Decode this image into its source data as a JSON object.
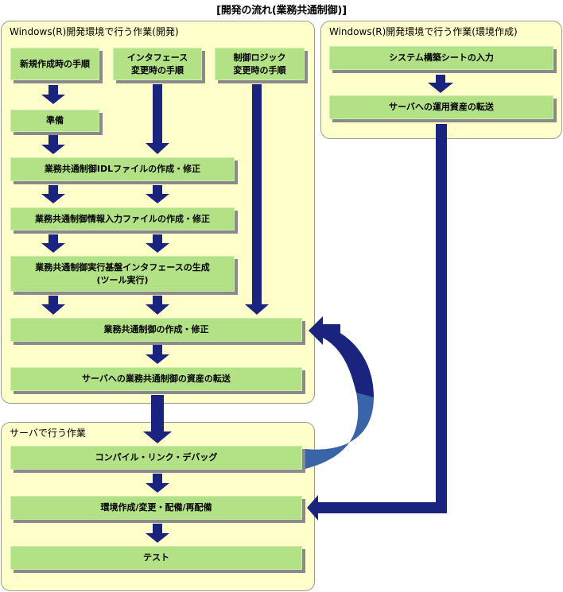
{
  "title": "[開発の流れ(業務共通制御)]",
  "colors": {
    "panel_bg": "#ffffcc",
    "step_bg": "#b3e286",
    "arrow": "#1a237e",
    "loop_arrow": "#3a64a8",
    "shadow": "#8a8a8a"
  },
  "panels": {
    "dev": {
      "label": "Windows(R)開発環境で行う作業(開発)"
    },
    "env": {
      "label": "Windows(R)開発環境で行う作業(環境作成)"
    },
    "server": {
      "label": "サーバで行う作業"
    }
  },
  "steps": {
    "new_procedure": "新規作成時の手順",
    "interface_change": "インタフェース\n変更時の手順",
    "logic_change": "制御ロジック\n変更時の手順",
    "prepare": "準備",
    "idl_edit": "業務共通制御IDLファイルの作成・修正",
    "info_input_edit": "業務共通制御情報入力ファイルの作成・修正",
    "interface_generate": "業務共通制御実行基盤インタフェースの生成\n(ツール実行)",
    "control_edit": "業務共通制御の作成・修正",
    "asset_transfer": "サーバへの業務共通制御の資産の転送",
    "system_sheet_input": "システム構築シートの入力",
    "operation_asset_transfer": "サーバへの運用資産の転送",
    "compile_link_debug": "コンパイル・リンク・デバッグ",
    "env_deploy": "環境作成/変更・配備/再配備",
    "test": "テスト"
  }
}
